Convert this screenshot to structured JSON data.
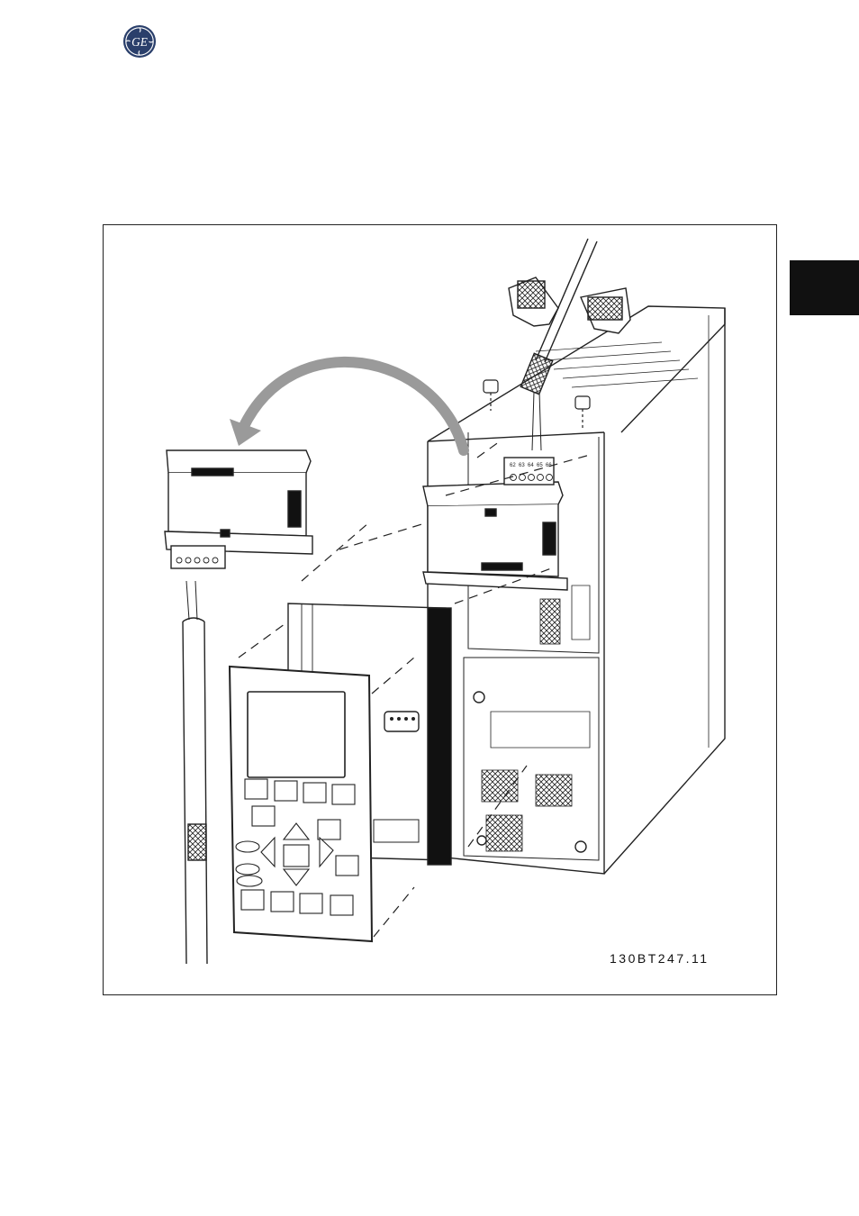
{
  "header": {
    "logo_icon": "ge-monogram-logo",
    "logo_text": "GE"
  },
  "side_tab": {
    "color": "#111111"
  },
  "figure": {
    "code": "130BT247.11",
    "arrow_color": "#9a9a9a",
    "terminal_labels": [
      "62",
      "63",
      "64",
      "65",
      "66"
    ]
  }
}
